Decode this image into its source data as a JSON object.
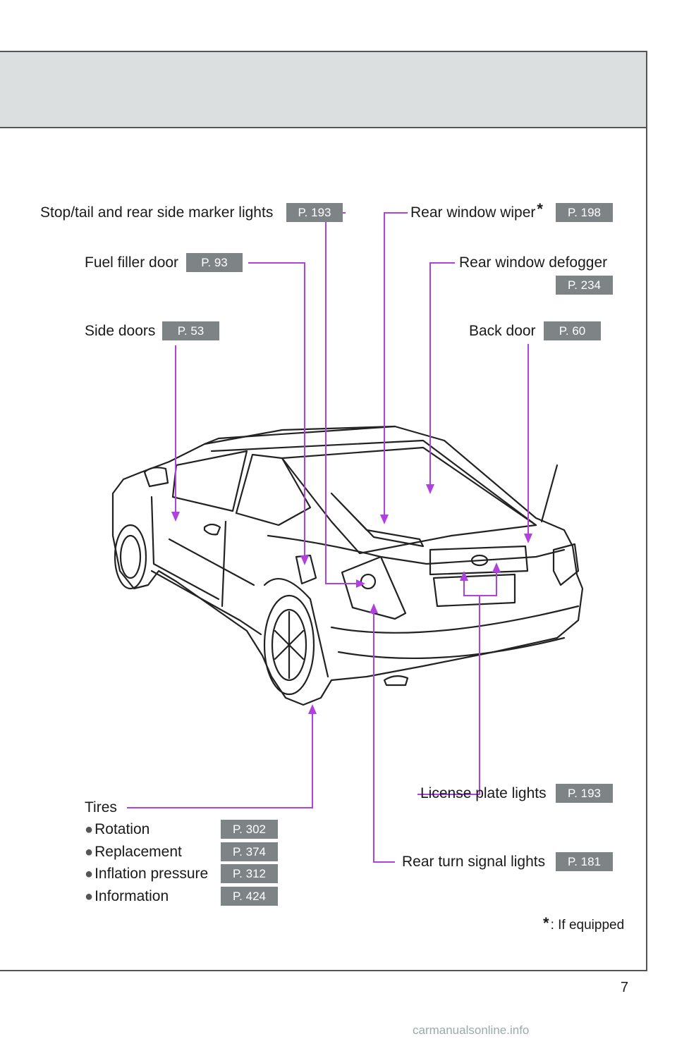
{
  "callouts": {
    "stop_tail": {
      "label": "Stop/tail and rear side marker lights",
      "page": "P. 193"
    },
    "fuel_filler": {
      "label": "Fuel filler door",
      "page": "P. 93"
    },
    "side_doors": {
      "label": "Side doors",
      "page": "P. 53"
    },
    "rear_wiper": {
      "label": "Rear window wiper",
      "page": "P. 198"
    },
    "rear_defogger": {
      "label": "Rear window defogger",
      "page": "P. 234"
    },
    "back_door": {
      "label": "Back door",
      "page": "P. 60"
    },
    "license_plate": {
      "label": "License plate lights",
      "page": "P. 193"
    },
    "rear_turn": {
      "label": "Rear turn signal lights",
      "page": "P. 181"
    }
  },
  "tires": {
    "title": "Tires",
    "items": [
      {
        "label": "Rotation",
        "page": "P. 302"
      },
      {
        "label": "Replacement",
        "page": "P. 374"
      },
      {
        "label": "Inflation pressure",
        "page": "P. 312"
      },
      {
        "label": "Information",
        "page": "P. 424"
      }
    ]
  },
  "footnote": ": If equipped",
  "page_number": "7",
  "watermark": "carmanualsonline.info",
  "colors": {
    "callout_line": "#b040e0",
    "badge_bg": "#7e8386",
    "header_band": "#dcdfe0"
  }
}
